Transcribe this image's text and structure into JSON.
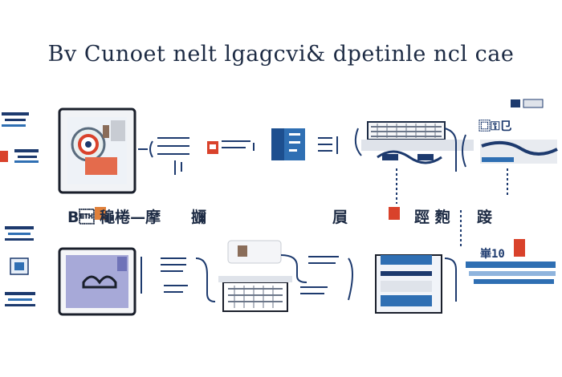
{
  "title": "Bv Cunoet nelt lgagcvi& dpetinle ncl cae",
  "labels": {
    "row1_left": "B\u0003 龝棬—摩",
    "row1_mid": "鿜",
    "row1_right_a": "屓",
    "row1_right_b": "踁 麭",
    "row1_right_c": "踥",
    "far_right_top": "⿴⚿⺋",
    "far_right_bottom": "崋10"
  },
  "colors": {
    "navy": "#1d2b44",
    "blue": "#2f6fb3",
    "accent_red": "#d9422b",
    "orange": "#e0803a",
    "light_gray": "#dfe3ea"
  }
}
